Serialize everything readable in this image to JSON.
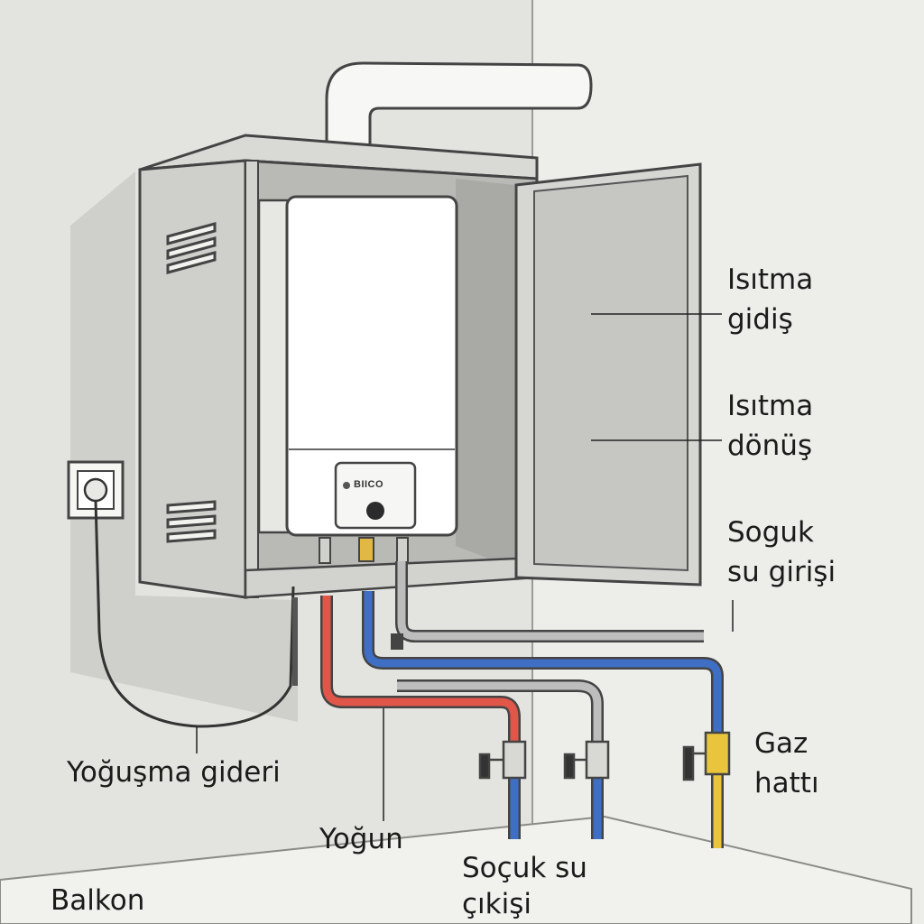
{
  "diagram": {
    "brand_text": "BIICO",
    "labels": {
      "isitma_gidis": [
        "Isıtma",
        "gidiş"
      ],
      "isitma_donus": [
        "Isıtma",
        "dönüş"
      ],
      "soguk_su_girisi": [
        "Soguk",
        "su girişi"
      ],
      "gaz_hatti": [
        "Gaz",
        "hattı"
      ],
      "yogusma_gideri": "Yoğuşma gideri",
      "yogun": "Yoğun",
      "socuk_su_cikisi": [
        "Soçuk su",
        "çıkişi"
      ],
      "balkon": "Balkon"
    },
    "colors": {
      "hot_pipe": "#e0574a",
      "cold_pipe": "#3f6fc4",
      "gas_pipe": "#e8c53c",
      "grey_pipe": "#b3b3b3",
      "cabinet": "#cfcfcc",
      "boiler": "#ffffff"
    }
  }
}
